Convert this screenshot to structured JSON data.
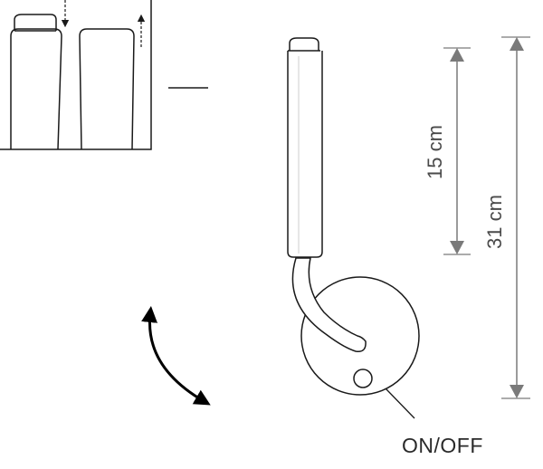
{
  "dimensions": {
    "tube_length": "15 cm",
    "total_height": "31 cm"
  },
  "switch_label": "ON/OFF",
  "colors": {
    "outline": "#1a1a1a",
    "dimension_line": "#7a7a7a",
    "background": "#ffffff"
  }
}
